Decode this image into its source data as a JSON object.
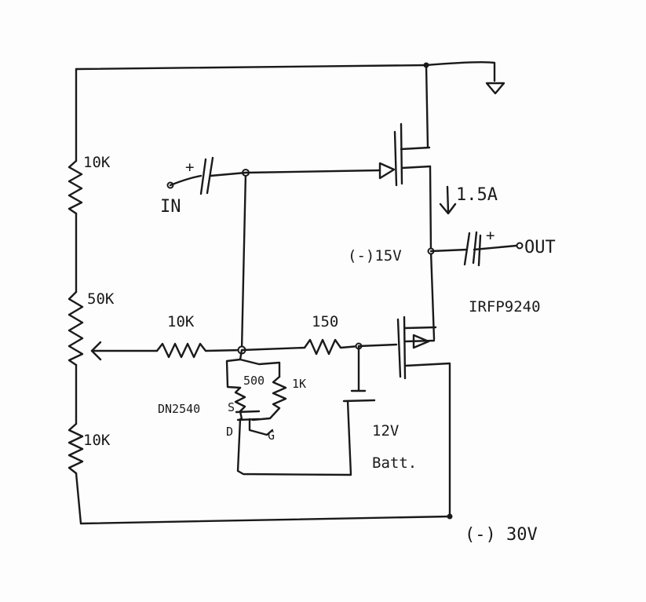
{
  "labels": {
    "r_top": "10K",
    "pot": "50K",
    "r_bottom": "10K",
    "r_gate": "10K",
    "r_150": "150",
    "input": "IN",
    "output": "OUT",
    "current": "1.5A",
    "mid_voltage": "(-)15V",
    "mosfet": "IRFP9240",
    "depletion_fet": "DN2540",
    "pin_s": "S",
    "pin_d": "D",
    "pin_g": "G",
    "resistor_1k": "1K",
    "resistor_500": "500",
    "battery": "12V",
    "battery_word": "Batt.",
    "supply": "(-) 30V",
    "cap_in_plus": "+",
    "cap_out_plus": "+"
  }
}
